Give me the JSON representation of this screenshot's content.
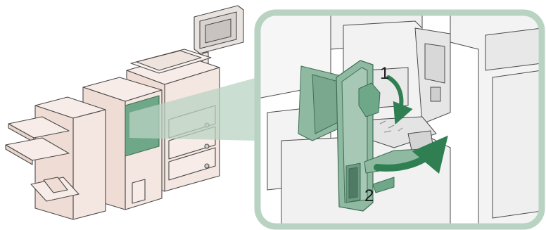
{
  "steps": [
    {
      "number": "1"
    },
    {
      "number": "2"
    }
  ],
  "colors": {
    "highlight_green": "#6fa889",
    "callout_green": "#b9d3c3",
    "arrow_green": "#2f7f52",
    "machine_body": "#f4e6e0",
    "machine_outline": "#4a4a4a",
    "panel_gray": "#dcdcdc"
  },
  "icons": [
    "printer-illustration",
    "finisher-unit",
    "control-panel-screen",
    "curved-arrow",
    "staple-cartridge-unit"
  ]
}
